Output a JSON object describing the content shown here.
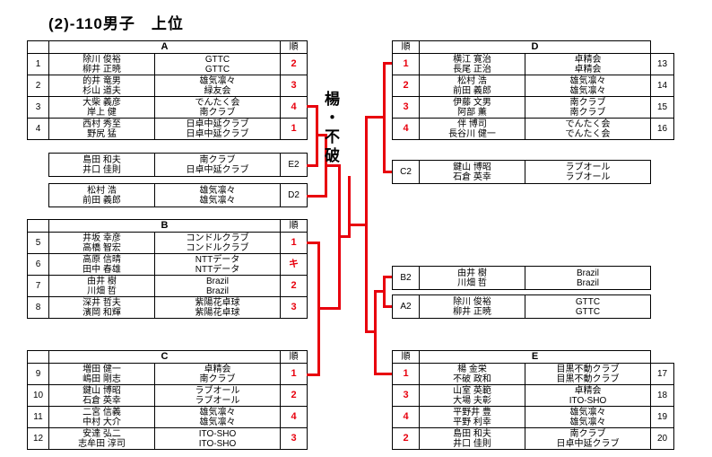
{
  "title": "(2)-110男子　上位",
  "champion": "楊・不破",
  "order_header": "順",
  "colors": {
    "bracket": "#e8000d",
    "rank": "#e8000d",
    "border": "#000000",
    "background": "#ffffff"
  },
  "groups": [
    {
      "id": "A",
      "label": "A",
      "side": "left",
      "rows": [
        {
          "seed": "1",
          "name1": "除川 俊裕",
          "name2": "柳井 正暁",
          "club1": "GTTC",
          "club2": "GTTC",
          "rank": "2"
        },
        {
          "seed": "2",
          "name1": "的井 竜男",
          "name2": "杉山 道夫",
          "club1": "雄気凛々",
          "club2": "緑友会",
          "rank": "3"
        },
        {
          "seed": "3",
          "name1": "大柴 義彦",
          "name2": "岸上 健",
          "club1": "でんたく会",
          "club2": "南クラブ",
          "rank": "4"
        },
        {
          "seed": "4",
          "name1": "西村 秀至",
          "name2": "野尻 猛",
          "club1": "日卓中延クラブ",
          "club2": "日卓中延クラブ",
          "rank": "1"
        }
      ]
    },
    {
      "id": "B",
      "label": "B",
      "side": "left",
      "rows": [
        {
          "seed": "5",
          "name1": "井坂 幸彦",
          "name2": "高橋 智宏",
          "club1": "コンドルクラブ",
          "club2": "コンドルクラブ",
          "rank": "1"
        },
        {
          "seed": "6",
          "name1": "高原 信晴",
          "name2": "田中 春雄",
          "club1": "NTTデータ",
          "club2": "NTTデータ",
          "rank": "キ"
        },
        {
          "seed": "7",
          "name1": "由井 樹",
          "name2": "川畑 哲",
          "club1": "Brazil",
          "club2": "Brazil",
          "rank": "2"
        },
        {
          "seed": "8",
          "name1": "深井 哲夫",
          "name2": "濱岡 和輝",
          "club1": "紫陽花卓球",
          "club2": "紫陽花卓球",
          "rank": "3"
        }
      ]
    },
    {
      "id": "C",
      "label": "C",
      "side": "left",
      "rows": [
        {
          "seed": "9",
          "name1": "増田 健一",
          "name2": "嶋田 剛志",
          "club1": "卓精会",
          "club2": "南クラブ",
          "rank": "1"
        },
        {
          "seed": "10",
          "name1": "鍵山 博昭",
          "name2": "石倉 英幸",
          "club1": "ラブオール",
          "club2": "ラブオール",
          "rank": "2"
        },
        {
          "seed": "11",
          "name1": "二宮 信義",
          "name2": "中村 大介",
          "club1": "雄気凛々",
          "club2": "雄気凛々",
          "rank": "4"
        },
        {
          "seed": "12",
          "name1": "安達 弘二",
          "name2": "志牟田 淳司",
          "club1": "ITO-SHO",
          "club2": "ITO-SHO",
          "rank": "3"
        }
      ]
    },
    {
      "id": "D",
      "label": "D",
      "side": "right",
      "rows": [
        {
          "seed": "13",
          "name1": "横江 寛治",
          "name2": "長尾 正治",
          "club1": "卓精会",
          "club2": "卓精会",
          "rank": "1"
        },
        {
          "seed": "14",
          "name1": "松村 浩",
          "name2": "前田 義郎",
          "club1": "雄気凛々",
          "club2": "雄気凛々",
          "rank": "2"
        },
        {
          "seed": "15",
          "name1": "伊藤 文男",
          "name2": "阿部 薫",
          "club1": "南クラブ",
          "club2": "南クラブ",
          "rank": "3"
        },
        {
          "seed": "16",
          "name1": "伴 博司",
          "name2": "長谷川 健一",
          "club1": "でんたく会",
          "club2": "でんたく会",
          "rank": "4"
        }
      ]
    },
    {
      "id": "E",
      "label": "E",
      "side": "right",
      "rows": [
        {
          "seed": "17",
          "name1": "楊 金栄",
          "name2": "不破 政和",
          "club1": "目黒不動クラブ",
          "club2": "目黒不動クラブ",
          "rank": "1"
        },
        {
          "seed": "18",
          "name1": "山室 英範",
          "name2": "大場 夫彰",
          "club1": "卓精会",
          "club2": "ITO-SHO",
          "rank": "3"
        },
        {
          "seed": "19",
          "name1": "平野井 豊",
          "name2": "平野 利幸",
          "club1": "雄気凛々",
          "club2": "雄気凛々",
          "rank": "4"
        },
        {
          "seed": "20",
          "name1": "島田 和夫",
          "name2": "井口 佳則",
          "club1": "南クラブ",
          "club2": "日卓中延クラブ",
          "rank": "2"
        }
      ]
    }
  ],
  "qualifiers": [
    {
      "id": "E2",
      "label": "E2",
      "side": "left",
      "name1": "島田 和夫",
      "name2": "井口 佳則",
      "club1": "南クラブ",
      "club2": "日卓中延クラブ"
    },
    {
      "id": "D2",
      "label": "D2",
      "side": "left",
      "name1": "松村 浩",
      "name2": "前田 義郎",
      "club1": "雄気凛々",
      "club2": "雄気凛々"
    },
    {
      "id": "C2",
      "label": "C2",
      "side": "right",
      "name1": "鍵山 博昭",
      "name2": "石倉 英幸",
      "club1": "ラブオール",
      "club2": "ラブオール"
    },
    {
      "id": "B2",
      "label": "B2",
      "side": "right",
      "name1": "由井 樹",
      "name2": "川畑 哲",
      "club1": "Brazil",
      "club2": "Brazil"
    },
    {
      "id": "A2",
      "label": "A2",
      "side": "right",
      "name1": "除川 俊裕",
      "name2": "柳井 正暁",
      "club1": "GTTC",
      "club2": "GTTC"
    }
  ]
}
